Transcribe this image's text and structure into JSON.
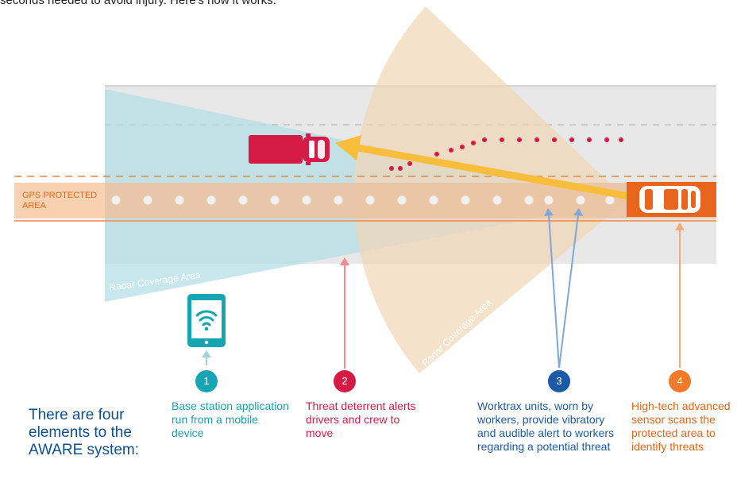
{
  "intro_top": "seconds needed to avoid injury. Here's how it works:",
  "gps_area_label": "GPS PROTECTED AREA",
  "radar_label_left": "Radar Coverage Area",
  "radar_label_right": "Radar Coverage Area",
  "summary": "There are four elements to the AWARE system:",
  "elements": [
    {
      "number": "1",
      "text": "Base station application run from a mobile device",
      "color": "#16a5b3"
    },
    {
      "number": "2",
      "text": "Threat deterrent alerts drivers and crew to move",
      "color": "#d51a45"
    },
    {
      "number": "3",
      "text": "Worktrax units, worn by workers, provide vibratory and audible alert to workers regarding a potential threat",
      "color": "#1d5aa6"
    },
    {
      "number": "4",
      "text": "High-tech advanced sensor scans the protected area to identify threats",
      "color": "#ee7a2a"
    }
  ],
  "colors": {
    "road": "#e6e6e6",
    "protected_band": "#f6cfae",
    "radar_left": "#bfe3ea",
    "radar_right": "#f4dcc0",
    "threat_arrow": "#f8bd3a",
    "truck": "#d51a45",
    "sensor_car": "#e8651d"
  },
  "icons": [
    "truck-icon",
    "car-icon",
    "tablet-wifi-icon",
    "arrow-icon"
  ]
}
